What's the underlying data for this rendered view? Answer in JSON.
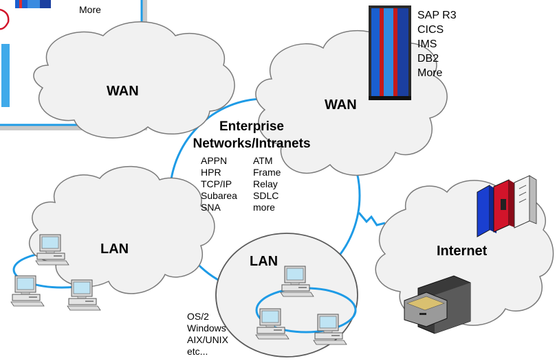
{
  "top_left_label": "More",
  "mainframe_list": [
    "SAP R3",
    "CICS",
    "IMS",
    "DB2",
    "More"
  ],
  "clouds": {
    "wan_left": "WAN",
    "wan_right": "WAN",
    "lan_left": "LAN",
    "lan_center": "LAN",
    "internet": "Internet"
  },
  "enterprise": {
    "title_line1": "Enterprise",
    "title_line2": "Networks/Intranets",
    "protocols_left": [
      "APPN",
      "HPR",
      "TCP/IP",
      "Subarea",
      "SNA"
    ],
    "protocols_right": [
      "ATM",
      "Frame",
      "Relay",
      "SDLC",
      "more"
    ]
  },
  "os_list": [
    "OS/2",
    "Windows",
    "AIX/UNIX",
    "etc..."
  ],
  "colors": {
    "link_blue": "#1e9be6",
    "box_blue": "#1e9be6",
    "cloud_fill": "#f1f1f1",
    "cloud_stroke": "#7a7a7a",
    "red_accent": "#d2142a"
  }
}
